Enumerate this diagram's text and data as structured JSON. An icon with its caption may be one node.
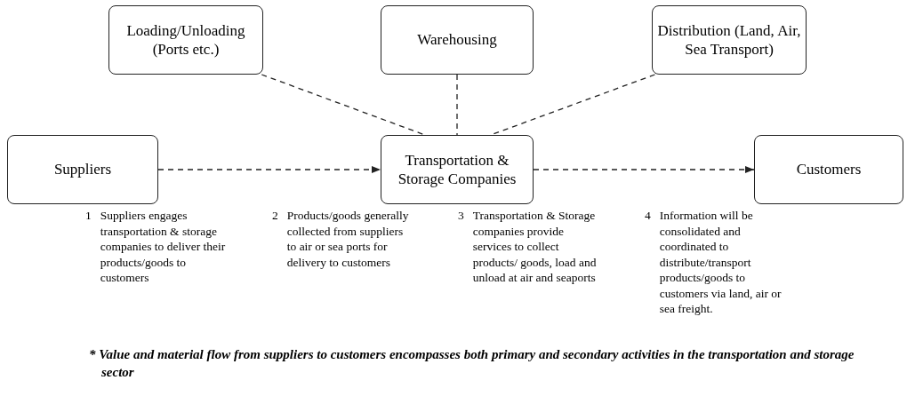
{
  "diagram": {
    "nodes": [
      {
        "text": [
          "Loading/Unloading (Ports etc.)"
        ]
      },
      {
        "text": [
          "Warehousing"
        ]
      },
      {
        "text": [
          "Distribution (Land, Air, Sea Transport)"
        ]
      },
      {
        "text": [
          "Suppliers"
        ]
      },
      {
        "text": [
          "Transportation & Storage Companies"
        ]
      },
      {
        "text": [
          "Customers"
        ]
      }
    ],
    "edges": [
      {
        "from": 0,
        "to": 4,
        "arrow": "none",
        "style": "dashed"
      },
      {
        "from": 1,
        "to": 4,
        "arrow": "none",
        "style": "dashed"
      },
      {
        "from": 2,
        "to": 4,
        "arrow": "none",
        "style": "dashed"
      },
      {
        "from": 3,
        "to": 4,
        "arrow": "to",
        "style": "dashed"
      },
      {
        "from": 4,
        "to": 5,
        "arrow": "to",
        "style": "dashed"
      }
    ],
    "labels": [
      "1",
      "Suppliers engages transportation & storage companies to deliver their products/goods to customers",
      "2",
      "Products/goods generally collected from suppliers to air or sea ports for delivery to customers",
      "3",
      "Transportation & Storage companies provide services to collect products/ goods, load and unload at air and seaports",
      "4",
      "Information will be consolidated and coordinated to distribute/transport products/goods to customers via land, air or sea freight.",
      "* Value and material flow from suppliers to customers encompasses both primary and secondary activities in the transportation and storage sector"
    ]
  }
}
